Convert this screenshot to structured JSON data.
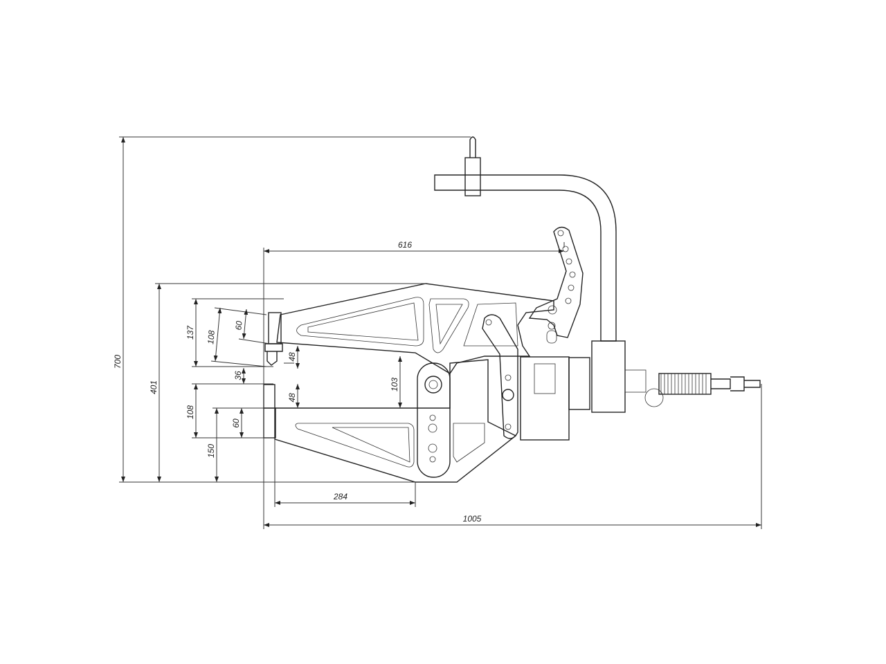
{
  "drawing": {
    "title": "Side view dimension drawing",
    "units": "mm",
    "colors": {
      "line": "#222222",
      "background": "#ffffff"
    },
    "dimensions": {
      "overall_height": "700",
      "frame_height": "401",
      "upper_jaw_height": "137",
      "upper_tool_length": "108",
      "upper_tool_body": "60",
      "upper_tool_tip": "48",
      "jaw_gap": "36",
      "throat_gap": "103",
      "lower_tool_length": "108",
      "lower_tool_tip": "48",
      "lower_tool_body": "60",
      "lower_jaw_height": "150",
      "throat_depth": "284",
      "arm_reach": "616",
      "overall_length": "1005"
    }
  }
}
